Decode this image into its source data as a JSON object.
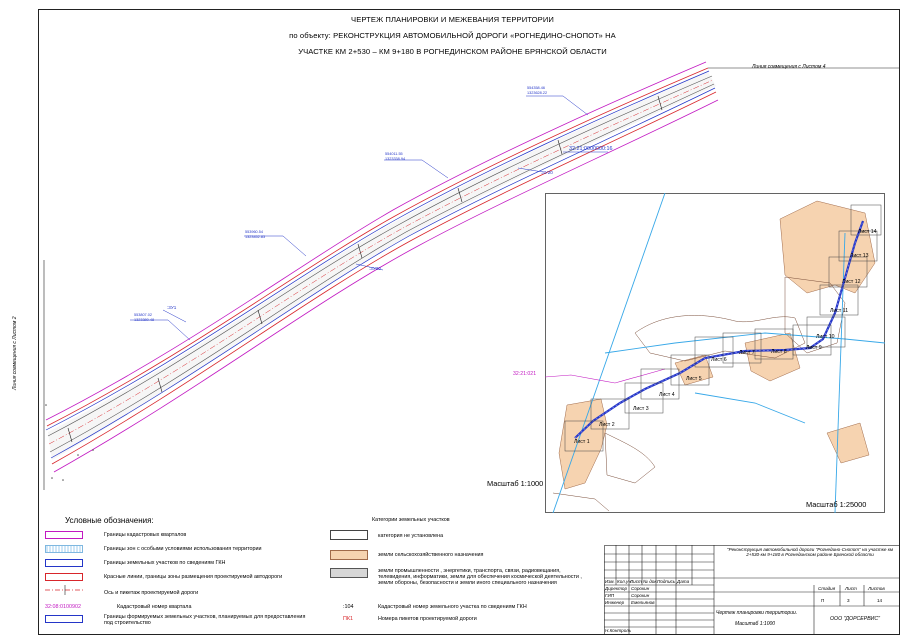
{
  "title": {
    "line1": "ЧЕРТЕЖ ПЛАНИРОВКИ И МЕЖЕВАНИЯ ТЕРРИТОРИИ",
    "line2": "по объекту: РЕКОНСТРУКЦИЯ АВТОМОБИЛЬНОЙ ДОРОГИ «РОГНЕДИНО-СНОПОТ» НА",
    "line3": "УЧАСТКЕ КМ 2+530 – КМ 9+180 В РОГНЕДИНСКОМ РАЙОНЕ БРЯНСКОЙ ОБЛАСТИ"
  },
  "map": {
    "match_line_top": "Линия совмещения с Листом 4",
    "match_line_left": "Линия совмещения с Листом 2",
    "quarter_number": "32:21:0000000:16",
    "parcels": [
      ":3У1",
      ":3У20",
      ":3У20"
    ],
    "coords": [
      {
        "n": "554358.46",
        "e": "1323628.22"
      },
      {
        "n": "554011.55",
        "e": "1323338.94"
      },
      {
        "n": "553960.54",
        "e": "1323452.83"
      },
      {
        "n": "553807.02",
        "e": "1323380.48"
      }
    ],
    "scale": "Масштаб 1:1000"
  },
  "overview": {
    "scale": "Масштаб 1:25000",
    "quarter_label": "32:21:021",
    "sheets": [
      "Лист 1",
      "Лист 2",
      "Лист 3",
      "Лист 4",
      "Лист 5",
      "Лист 6",
      "Лист 7",
      "Лист 8",
      "Лист 9",
      "Лист 10",
      "Лист 11",
      "Лист 12",
      "Лист 13",
      "Лист 14"
    ]
  },
  "legend": {
    "title": "Условные обозначения:",
    "items": [
      "Границы кадастровых кварталов",
      "Границы зон с особыми условиями использования территории",
      "Границы земельных участков по сведениям ГКН",
      "Красные линии, границы зоны размещения проектируемой автодороги",
      "Ось и пикетаж проектируемой дороги",
      "Кадастровый номер квартала",
      "Границы формируемых земельных участков, планируемых для предоставления под строительство"
    ],
    "quarter_sample": "32:08:0100902",
    "categories_title": "Категории земельных участков",
    "categories": [
      "категория не установлена",
      "земли сельскохозяйственного назначения",
      "земли промышленности , энергетики, транспорта, связи, радиовещания, телевидения, информатики, земли для обеспечения космической деятельности , земли обороны, безопасности и земли иного специального назначения"
    ],
    "parcel_sample": ":104",
    "parcel_text": "Кадастровый номер земельного участка по сведениям ГКН",
    "picket_sample": "ПК1",
    "picket_text": "Номера пикетов проектируемой дороги",
    "colors": {
      "red": "#d8262b",
      "magenta": "#c218c2",
      "blue": "#2436c8",
      "peach": "#f6d3b0",
      "gray": "#d7d7d7",
      "cyan": "#38a8e8"
    }
  },
  "stamp": {
    "project": "\"Реконструкция автомобильной дороги \"Рогнедино-Снопот\" на участке км 2+530-км 9+180 в Рогнединском районе Брянской области",
    "header_cols": [
      "Изм.",
      "Кол.уч.",
      "Лист",
      "№ док.",
      "Подпись",
      "Дата"
    ],
    "roles": [
      "Директор",
      "ГИП",
      "Инженер",
      "",
      "",
      "Н.Контроль"
    ],
    "names": [
      "Сорокин",
      "Сорокин",
      "Емельянов"
    ],
    "stage_h": "Стадия",
    "sheet_h": "Лист",
    "sheets_h": "Листов",
    "stage": "П",
    "sheet": "3",
    "sheets": "14",
    "drawing": "Чертеж планировки территории.",
    "drawing_scale": "Масштаб 1:1000",
    "company": "ООО \"ДОРСЕРВИС\""
  }
}
